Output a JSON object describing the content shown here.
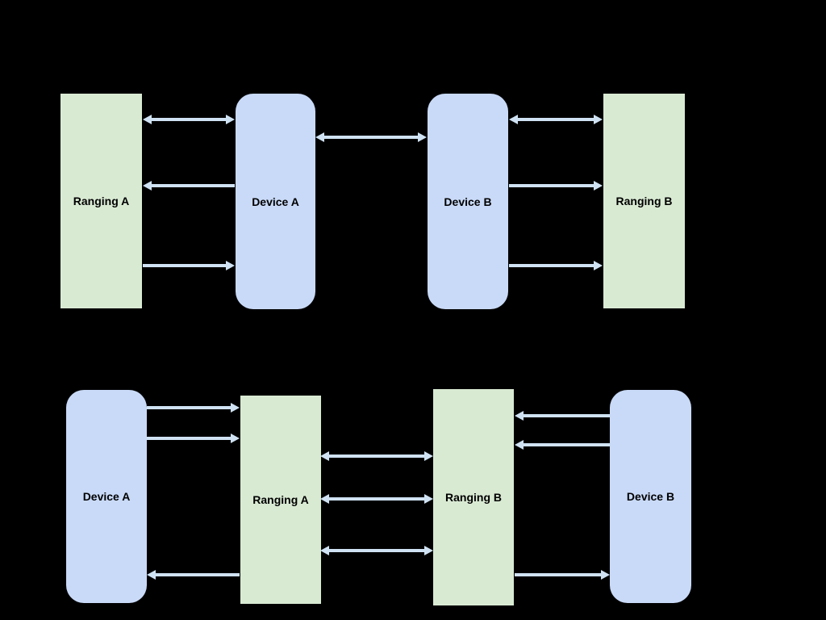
{
  "background_color": "#000000",
  "colors": {
    "ranging_box": "#d9ead3",
    "device_box": "#c9daf8",
    "arrow": "#cfe2f3",
    "label_text": "#000000"
  },
  "top_diagram": {
    "boxes": [
      {
        "id": "ranging-a",
        "label": "Ranging A",
        "type": "ranging"
      },
      {
        "id": "device-a",
        "label": "Device A",
        "type": "device"
      },
      {
        "id": "device-b",
        "label": "Device B",
        "type": "device"
      },
      {
        "id": "ranging-b",
        "label": "Ranging B",
        "type": "ranging"
      }
    ],
    "arrows": [
      {
        "between": [
          "Ranging A",
          "Device A"
        ],
        "direction": "both"
      },
      {
        "between": [
          "Ranging A",
          "Device A"
        ],
        "direction": "toward-ranging-a"
      },
      {
        "between": [
          "Ranging A",
          "Device A"
        ],
        "direction": "toward-device-a"
      },
      {
        "between": [
          "Device A",
          "Device B"
        ],
        "direction": "both"
      },
      {
        "between": [
          "Device B",
          "Ranging B"
        ],
        "direction": "both"
      },
      {
        "between": [
          "Device B",
          "Ranging B"
        ],
        "direction": "toward-ranging-b"
      },
      {
        "between": [
          "Device B",
          "Ranging B"
        ],
        "direction": "toward-ranging-b"
      }
    ]
  },
  "bottom_diagram": {
    "boxes": [
      {
        "id": "device-a",
        "label": "Device A",
        "type": "device"
      },
      {
        "id": "ranging-a",
        "label": "Ranging A",
        "type": "ranging"
      },
      {
        "id": "ranging-b",
        "label": "Ranging B",
        "type": "ranging"
      },
      {
        "id": "device-b",
        "label": "Device B",
        "type": "device"
      }
    ],
    "arrows": [
      {
        "between": [
          "Device A",
          "Ranging A"
        ],
        "direction": "toward-ranging-a"
      },
      {
        "between": [
          "Device A",
          "Ranging A"
        ],
        "direction": "toward-ranging-a"
      },
      {
        "between": [
          "Ranging A",
          "Device A"
        ],
        "direction": "toward-device-a"
      },
      {
        "between": [
          "Ranging A",
          "Ranging B"
        ],
        "direction": "both"
      },
      {
        "between": [
          "Ranging A",
          "Ranging B"
        ],
        "direction": "both"
      },
      {
        "between": [
          "Ranging A",
          "Ranging B"
        ],
        "direction": "both"
      },
      {
        "between": [
          "Device B",
          "Ranging B"
        ],
        "direction": "toward-ranging-b"
      },
      {
        "between": [
          "Device B",
          "Ranging B"
        ],
        "direction": "toward-ranging-b"
      },
      {
        "between": [
          "Ranging B",
          "Device B"
        ],
        "direction": "toward-device-b"
      }
    ]
  }
}
